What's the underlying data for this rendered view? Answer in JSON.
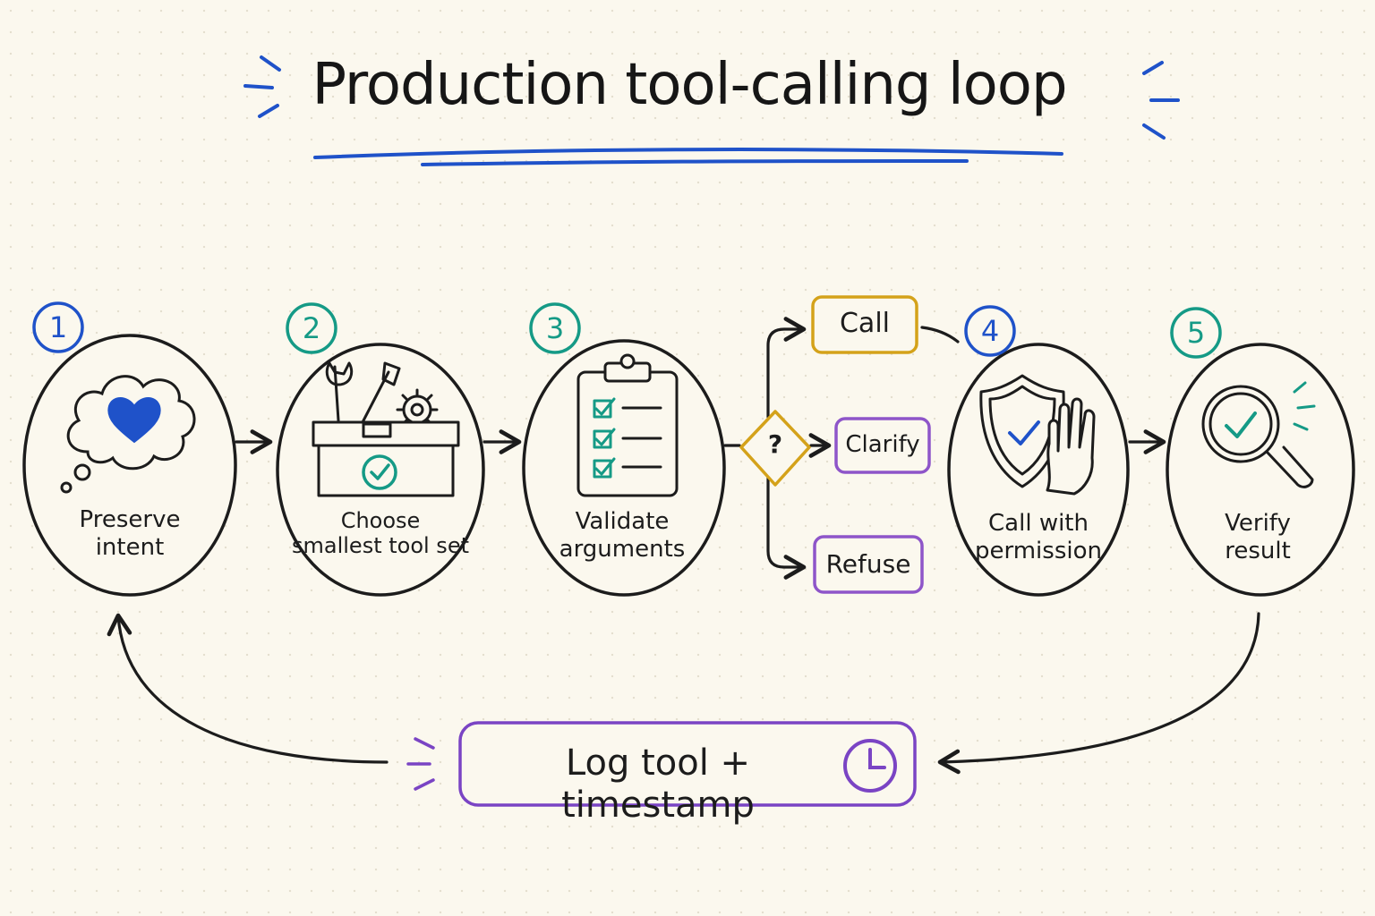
{
  "title": "Production tool-calling loop",
  "steps": [
    {
      "number": "1",
      "label_line1": "Preserve",
      "label_line2": "intent",
      "icon": "heart-thought-icon"
    },
    {
      "number": "2",
      "label_line1": "Choose",
      "label_line2": "smallest tool set",
      "icon": "toolbox-icon"
    },
    {
      "number": "3",
      "label_line1": "Validate",
      "label_line2": "arguments",
      "icon": "clipboard-checklist-icon"
    },
    {
      "number": "4",
      "label_line1": "Call with",
      "label_line2": "permission",
      "icon": "shield-hand-icon"
    },
    {
      "number": "5",
      "label_line1": "Verify",
      "label_line2": "result",
      "icon": "magnifier-check-icon"
    }
  ],
  "decision": {
    "symbol": "?",
    "icon": "decision-diamond-icon"
  },
  "options": [
    {
      "label": "Call",
      "color": "#d4a21a"
    },
    {
      "label": "Clarify",
      "color": "#8e55c9"
    },
    {
      "label": "Refuse",
      "color": "#8e55c9"
    }
  ],
  "log": {
    "label": "Log tool + timestamp",
    "icon": "clock-icon",
    "color": "#7a44c4"
  },
  "colors": {
    "blue": "#1f52c9",
    "teal": "#159a86",
    "gold": "#d4a21a",
    "purple": "#7a44c4",
    "ink": "#1c1c1c"
  }
}
